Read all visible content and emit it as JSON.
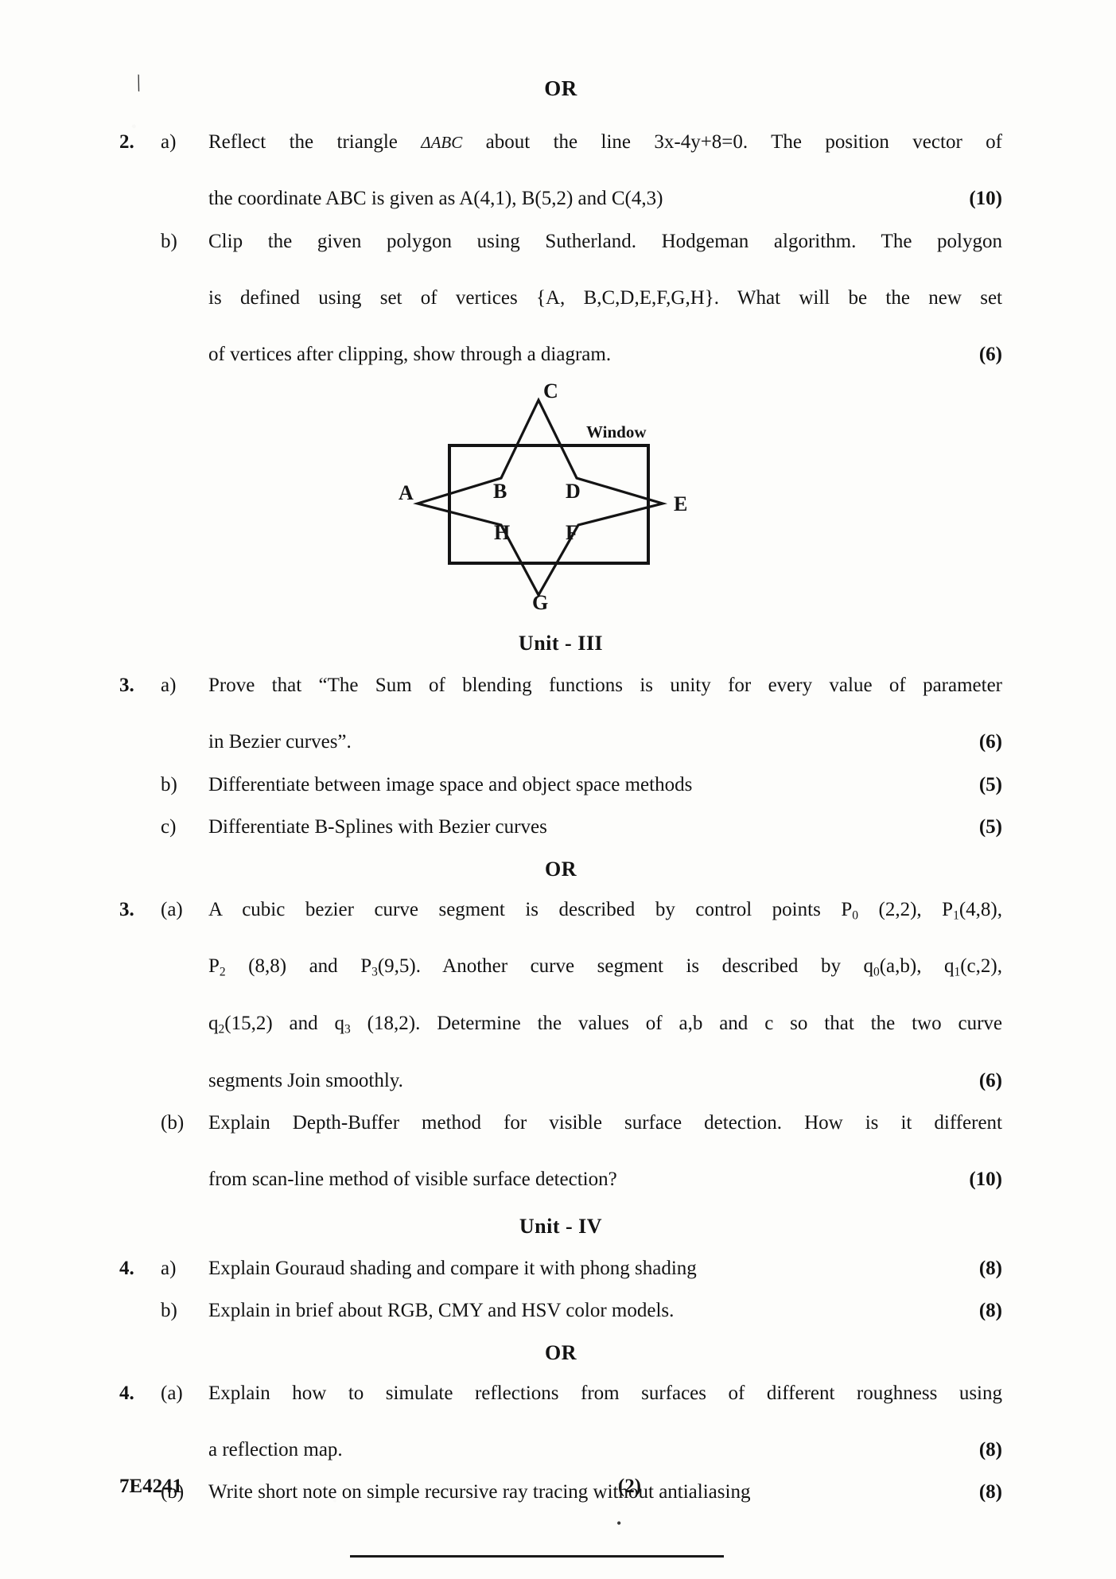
{
  "document": {
    "or_top": "OR",
    "unit3_heading": "Unit - III",
    "or_middle": "OR",
    "unit4_heading": "Unit - IV",
    "or_bottom": "OR",
    "footer_code": "7E4241",
    "footer_page": "(2)"
  },
  "q2": {
    "number": "2.",
    "a": {
      "letter": "a)",
      "line1_pre": "Reflect the triangle ",
      "line1_tri": "ΔABC",
      "line1_post": " about the line 3x-4y+8=0. The position vector of",
      "line2": "the coordinate ABC is given as A(4,1), B(5,2) and C(4,3)",
      "marks": "(10)"
    },
    "b": {
      "letter": "b)",
      "line1": "Clip the given polygon using Sutherland. Hodgeman algorithm. The polygon",
      "line2": "is defined using set of vertices {A, B,C,D,E,F,G,H}. What will be the new set",
      "line3": "of vertices after clipping, show through a diagram.",
      "marks": "(6)"
    },
    "figure": {
      "window_label": "Window",
      "vertex_labels": [
        "A",
        "B",
        "C",
        "D",
        "E",
        "F",
        "G",
        "H"
      ]
    }
  },
  "q3": {
    "number": "3.",
    "a": {
      "letter": "a)",
      "line1": "Prove that “The Sum of blending functions is unity for every value of parameter",
      "line2": "in Bezier curves”.",
      "marks": "(6)"
    },
    "b": {
      "letter": "b)",
      "line1": "Differentiate between image space and object space methods",
      "marks": "(5)"
    },
    "c": {
      "letter": "c)",
      "line1": "Differentiate B-Splines with Bezier curves",
      "marks": "(5)"
    }
  },
  "q3or": {
    "number": "3.",
    "a": {
      "letter": "(a)",
      "seg1": "A cubic bezier curve segment is described by control  points P",
      "sub1": "0",
      "seg2": " (2,2), P",
      "sub2": "1",
      "seg3": "(4,8),",
      "seg4": "P",
      "sub3": "2",
      "seg5": " (8,8) and P",
      "sub4": "3",
      "seg6": "(9,5). Another curve segment is described by q",
      "sub5": "0",
      "seg7": "(a,b), q",
      "sub6": "1",
      "seg8": "(c,2),",
      "seg9": "q",
      "sub7": "2",
      "seg10": "(15,2) and q",
      "sub8": "3",
      "seg11": " (18,2). Determine the values of a,b and c so that the two curve",
      "seg12": "segments Join smoothly.",
      "marks": "(6)"
    },
    "b": {
      "letter": "(b)",
      "line1": "Explain Depth-Buffer method for visible surface detection. How is it different",
      "line2": "from scan-line method of visible surface detection?",
      "marks": "(10)"
    }
  },
  "q4": {
    "number": "4.",
    "a": {
      "letter": "a)",
      "line1": "Explain Gouraud shading and compare it with phong shading",
      "marks": "(8)"
    },
    "b": {
      "letter": "b)",
      "line1": "Explain in brief about RGB, CMY and HSV color models.",
      "marks": "(8)"
    }
  },
  "q4or": {
    "number": "4.",
    "a": {
      "letter": "(a)",
      "line1": "Explain how to simulate reflections from surfaces of different roughness using",
      "line2": "a reflection map.",
      "marks": "(8)"
    },
    "b": {
      "letter": "(b)",
      "line1": "Write short note on simple recursive ray tracing without antialiasing",
      "marks": "(8)"
    }
  }
}
